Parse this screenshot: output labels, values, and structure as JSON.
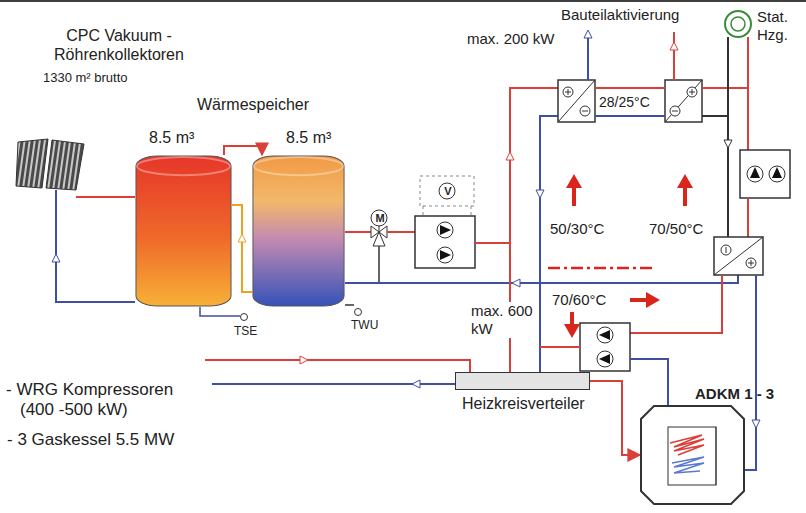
{
  "diagram": {
    "nodes": [
      {
        "text": [
          "8.5 m³"
        ]
      },
      {
        "text": [
          "8.5 m³"
        ]
      },
      {
        "text": [
          "Heizkreisverteiler"
        ]
      },
      {
        "text": [
          "ADKM 1 - 3"
        ]
      }
    ],
    "edges": [
      {
        "from": 0,
        "to": 1,
        "arrow": "to"
      },
      {
        "from": 2,
        "to": 3,
        "arrow": "to"
      }
    ],
    "labels": [
      "CPC Vakuum - Röhrenkollektoren",
      "1330 m² brutto",
      "Wärmespeicher",
      "TSE",
      "TWU",
      "M",
      "V",
      "max. 200 kW",
      "Bauteilaktivierung",
      "Stat. Hzg.",
      "28/25°C",
      "50/30°C",
      "70/50°C",
      "max. 600 kW",
      "70/60°C",
      "- WRG Kompressoren (400 -500 kW)",
      "- 3 Gaskessel 5.5 MW"
    ]
  }
}
